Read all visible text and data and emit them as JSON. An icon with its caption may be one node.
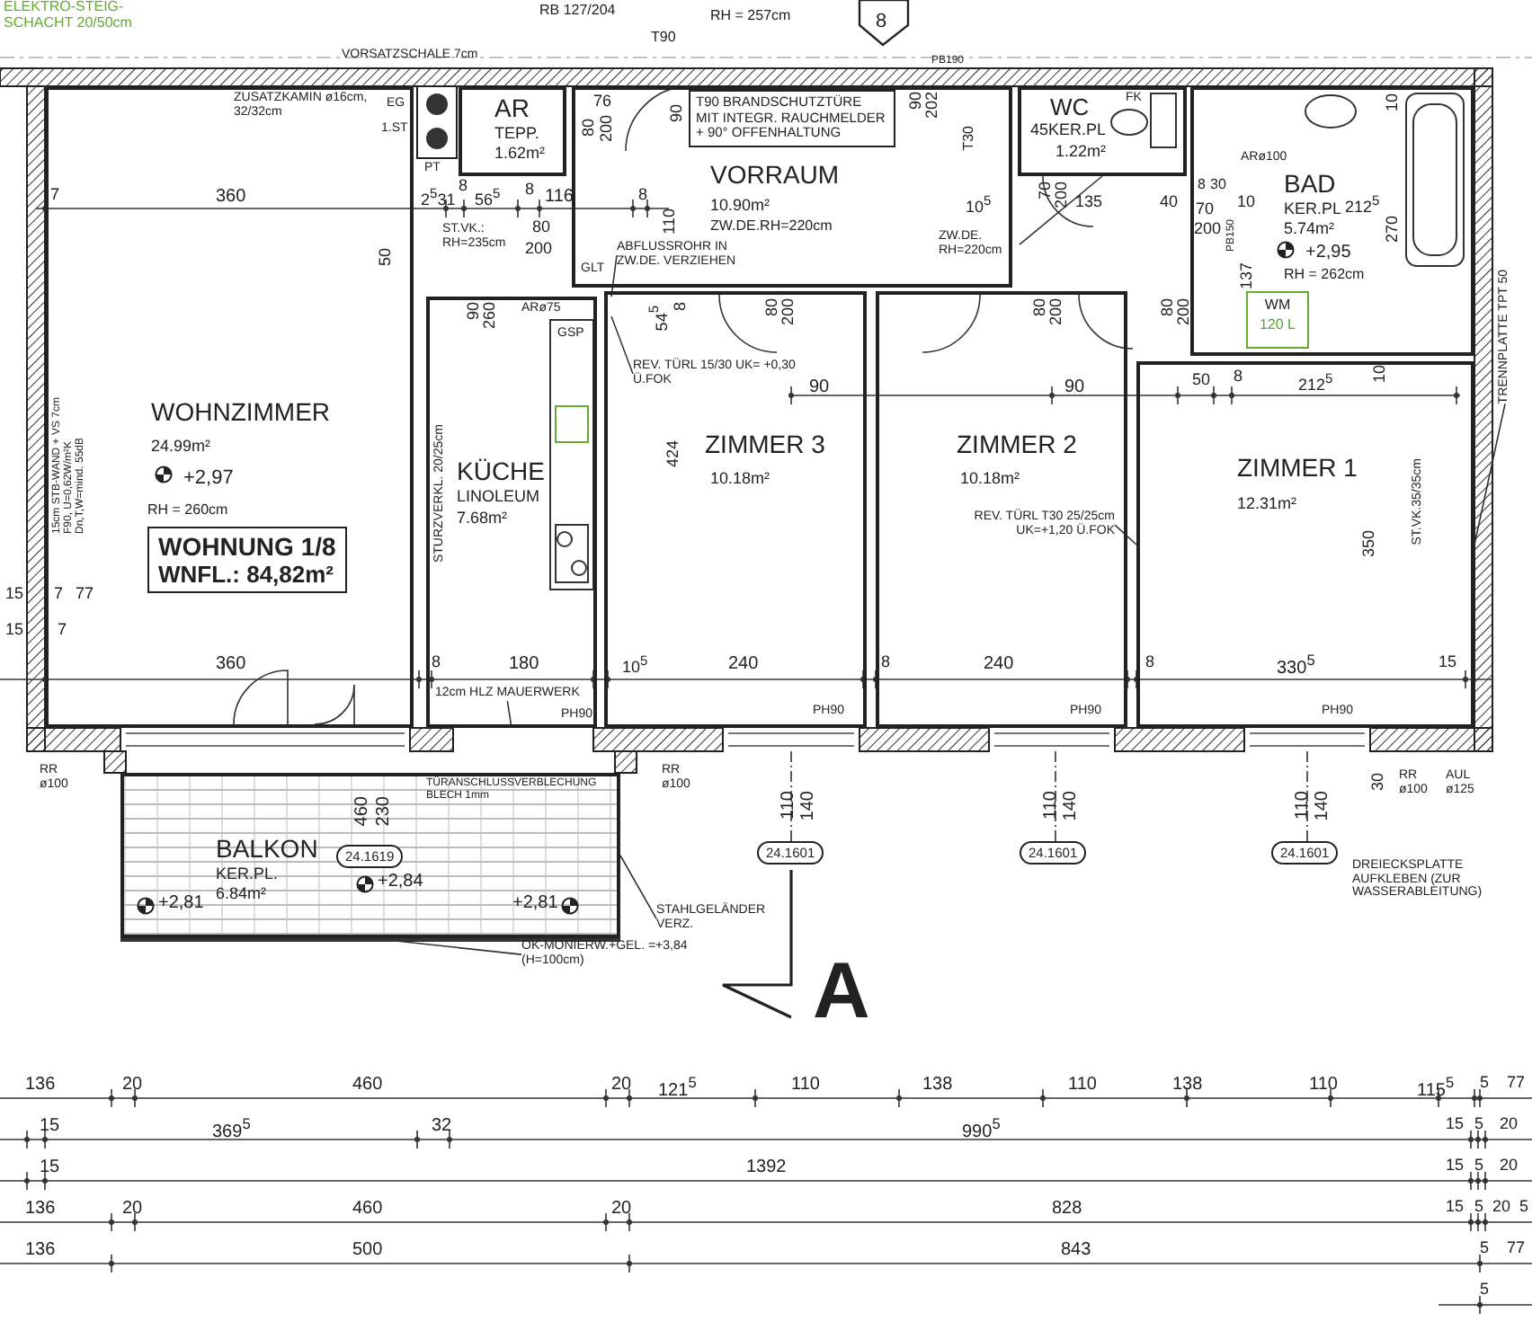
{
  "diagram": {
    "nodes": [
      {
        "text": [
          "WOHNZIMMER",
          "24.99m²",
          "+2,97",
          "RH = 260cm"
        ]
      },
      {
        "text": [
          "WOHNUNG 1/8",
          "WNFL.: 84,82m²"
        ],
        "in": 0
      },
      {
        "text": [
          "AR",
          "TEPP.",
          "1.62m²"
        ]
      },
      {
        "text": [
          "VORRAUM",
          "10.90m²",
          "ZW.DE.RH=220cm"
        ]
      },
      {
        "text": [
          "T90 BRANDSCHUTZTÜRE MIT INTEGR. RAUCHMELDER + 90° OFFENHALTUNG"
        ],
        "in": 3
      },
      {
        "text": [
          "ABFLUSSROHR IN ZW.DE. VERZIEHEN"
        ],
        "in": 3
      },
      {
        "text": [
          "WC",
          "45KER.PL",
          "1.22m²"
        ]
      },
      {
        "text": [
          "ZW.DE. RH=220cm"
        ],
        "in": 3
      },
      {
        "text": [
          "BAD",
          "KER.PL",
          "5.74m²",
          "+2,95",
          "RH = 262cm"
        ]
      },
      {
        "text": [
          "WM",
          "120 L"
        ],
        "in": 8
      },
      {
        "text": [
          "KÜCHE",
          "LINOLEUM",
          "7.68m²"
        ]
      },
      {
        "text": [
          "ZIMMER 3",
          "10.18m²"
        ]
      },
      {
        "text": [
          "REV. TÜRL 15/30 UK= +0,30 Ü.FOK"
        ],
        "in": 11
      },
      {
        "text": [
          "ZIMMER 2",
          "10.18m²"
        ]
      },
      {
        "text": [
          "REV. TÜRL T30 25/25cm UK=+1,20 Ü.FOK"
        ],
        "in": 13
      },
      {
        "text": [
          "ZIMMER 1",
          "12.31m²"
        ]
      },
      {
        "text": [
          "TRENNPLATTE TPT 50"
        ]
      },
      {
        "text": [
          "12cm HLZ MAUERWERK"
        ],
        "in": 10
      },
      {
        "text": [
          "BALKON",
          "KER.PL.",
          "6.84m²"
        ]
      },
      {
        "text": [
          "24.1619"
        ],
        "in": 18
      },
      {
        "text": [
          "24.1601"
        ]
      },
      {
        "text": [
          "24.1601"
        ]
      },
      {
        "text": [
          "24.1601"
        ]
      },
      {
        "text": [
          "STAHLGELÄNDER VERZ."
        ]
      },
      {
        "text": [
          "OK-MONIERW.+GEL. =+3,84 (H=100cm)"
        ]
      }
    ],
    "edges": [
      {
        "from": 5,
        "to": null,
        "arrow": "none"
      },
      {
        "from": 7,
        "to": 6,
        "arrow": "none"
      },
      {
        "from": 12,
        "to": null,
        "arrow": "none"
      },
      {
        "from": 14,
        "to": 15,
        "arrow": "none"
      },
      {
        "from": 16,
        "to": 15,
        "arrow": "none"
      },
      {
        "from": 17,
        "to": 10,
        "arrow": "none"
      },
      {
        "from": 23,
        "to": 18,
        "arrow": "none"
      },
      {
        "from": 24,
        "to": 18,
        "arrow": "none"
      }
    ],
    "labels": [
      "ELEKTRO-STEIG-SCHACHT 20/50cm",
      "RB 127/204",
      "T90",
      "RH = 257cm",
      "VORSATZSCHALE 7cm",
      "8",
      "PB190",
      "ZUSATZKAMIN ø16cm, 32/32cm",
      "EG",
      "1.ST",
      "PT",
      "76",
      "80",
      "200",
      "90",
      "7",
      "360",
      "2$^{5}$31",
      "8",
      "56$^{5}$",
      "8",
      "116",
      "8",
      "110",
      "ST.VK.: RH=235cm",
      "80",
      "200",
      "GLT",
      "ARø75",
      "50",
      "90",
      "260",
      "GSP",
      "54$^{5}$",
      "8",
      "STURZVERKL. 20/25cm",
      "424",
      "90",
      "90",
      "50",
      "8",
      "212$^{5}$",
      "10",
      "80",
      "200",
      "80",
      "200",
      "80",
      "200",
      "10$^{5}$",
      "70",
      "200",
      "135",
      "40",
      "8",
      "30",
      "70",
      "200",
      "10",
      "212$^{5}$",
      "270",
      "10",
      "137",
      "PB150",
      "ARø100",
      "FK",
      "90",
      "202",
      "T30",
      "360",
      "8",
      "180",
      "10$^{5}$",
      "240",
      "8",
      "240",
      "8",
      "330$^{5}$",
      "15",
      "15",
      "7",
      "77",
      "15",
      "7",
      "350",
      "ST.VK.35/35cm",
      "PH90",
      "PH90",
      "PH90",
      "PH90",
      "RR ø100",
      "RR ø100",
      "TÜRANSCHLUSSVERBLECHUNG BLECH 1mm",
      "460",
      "230",
      "+2,81",
      "+2,84",
      "+2,81",
      "30",
      "RR ø100",
      "AUL ø125",
      "110",
      "140",
      "110",
      "140",
      "110",
      "140",
      "DREIECKSPLATTE AUFKLEBEN (ZUR WASSERABLEITUNG)",
      "A",
      "15cm STB-WAND + VS 7cm F90, U=0,62W/m²K Dn,T,W=mind. 55dB",
      "136",
      "20",
      "460",
      "20",
      "121$^{5}$",
      "110",
      "138",
      "110",
      "138",
      "110",
      "115$^{5}$",
      "5",
      "77",
      "15",
      "369$^{5}$",
      "32",
      "990$^{5}$",
      "15",
      "5",
      "20",
      "15",
      "1392",
      "15",
      "5",
      "20",
      "136",
      "20",
      "460",
      "20",
      "828",
      "15",
      "5",
      "20",
      "5",
      "136",
      "500",
      "843",
      "5",
      "77",
      "5"
    ]
  }
}
